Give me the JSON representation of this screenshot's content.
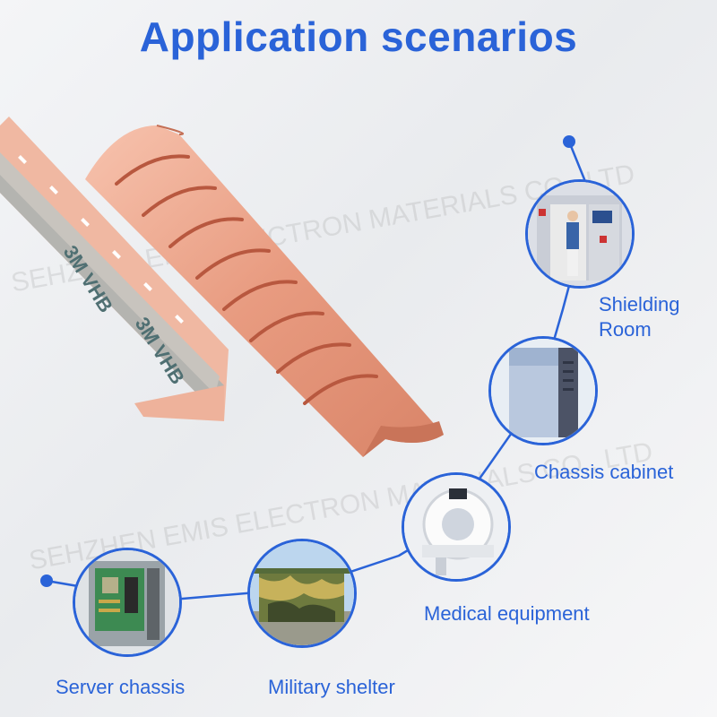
{
  "title": "Application scenarios",
  "watermark": "SEHZHEN EMIS ELECTRON MATERIALS CO., LTD",
  "accent_color": "#2a63d8",
  "scenarios": [
    {
      "label_line1": "Shielding",
      "label_line2": "Room",
      "icon": "shielding-room-photo"
    },
    {
      "label_line1": "Chassis cabinet",
      "icon": "chassis-cabinet-photo"
    },
    {
      "label_line1": "Medical equipment",
      "icon": "medical-equipment-photo"
    },
    {
      "label_line1": "Server chassis",
      "icon": "server-chassis-photo"
    },
    {
      "label_line1": "Military shelter",
      "icon": "military-shelter-photo"
    }
  ]
}
